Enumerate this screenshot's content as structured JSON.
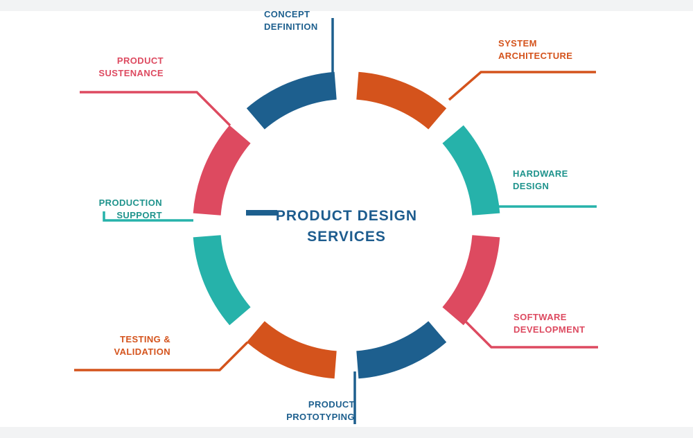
{
  "palette": {
    "blue": "#1d5f8e",
    "orange": "#d4531c",
    "teal": "#26b2aa",
    "teal_text": "#1e938c",
    "red": "#dd4a60",
    "center_blue": "#1d5c8e",
    "frame_bar": "#f2f3f4",
    "canvas": "#ffffff"
  },
  "diagram": {
    "center_title": {
      "line1": "PRODUCT DESIGN",
      "line2": "SERVICES"
    },
    "labels": {
      "concept_definition": {
        "line1": "CONCEPT",
        "line2": "DEFINITION"
      },
      "system_architecture": {
        "line1": "SYSTEM",
        "line2": "ARCHITECTURE"
      },
      "hardware_design": {
        "line1": "HARDWARE",
        "line2": "DESIGN"
      },
      "software_development": {
        "line1": "SOFTWARE",
        "line2": "DEVELOPMENT"
      },
      "product_prototyping": {
        "line1": "PRODUCT",
        "line2": "PROTOTYPING"
      },
      "testing_validation": {
        "line1": "TESTING &",
        "line2": "VALIDATION"
      },
      "production_support": {
        "line1": "PRODUCTION",
        "line2": "SUPPORT"
      },
      "product_sustenance": {
        "line1": "PRODUCT",
        "line2": "SUSTENANCE"
      }
    },
    "segments": [
      {
        "name": "concept-definition",
        "color": "blue",
        "position": "top"
      },
      {
        "name": "system-architecture",
        "color": "orange",
        "position": "top-right"
      },
      {
        "name": "hardware-design",
        "color": "teal",
        "position": "right"
      },
      {
        "name": "software-development",
        "color": "red",
        "position": "bottom-right"
      },
      {
        "name": "product-prototyping",
        "color": "blue",
        "position": "bottom"
      },
      {
        "name": "testing-validation",
        "color": "orange",
        "position": "bottom-left"
      },
      {
        "name": "production-support",
        "color": "teal",
        "position": "left"
      },
      {
        "name": "product-sustenance",
        "color": "red",
        "position": "top-left"
      }
    ]
  }
}
